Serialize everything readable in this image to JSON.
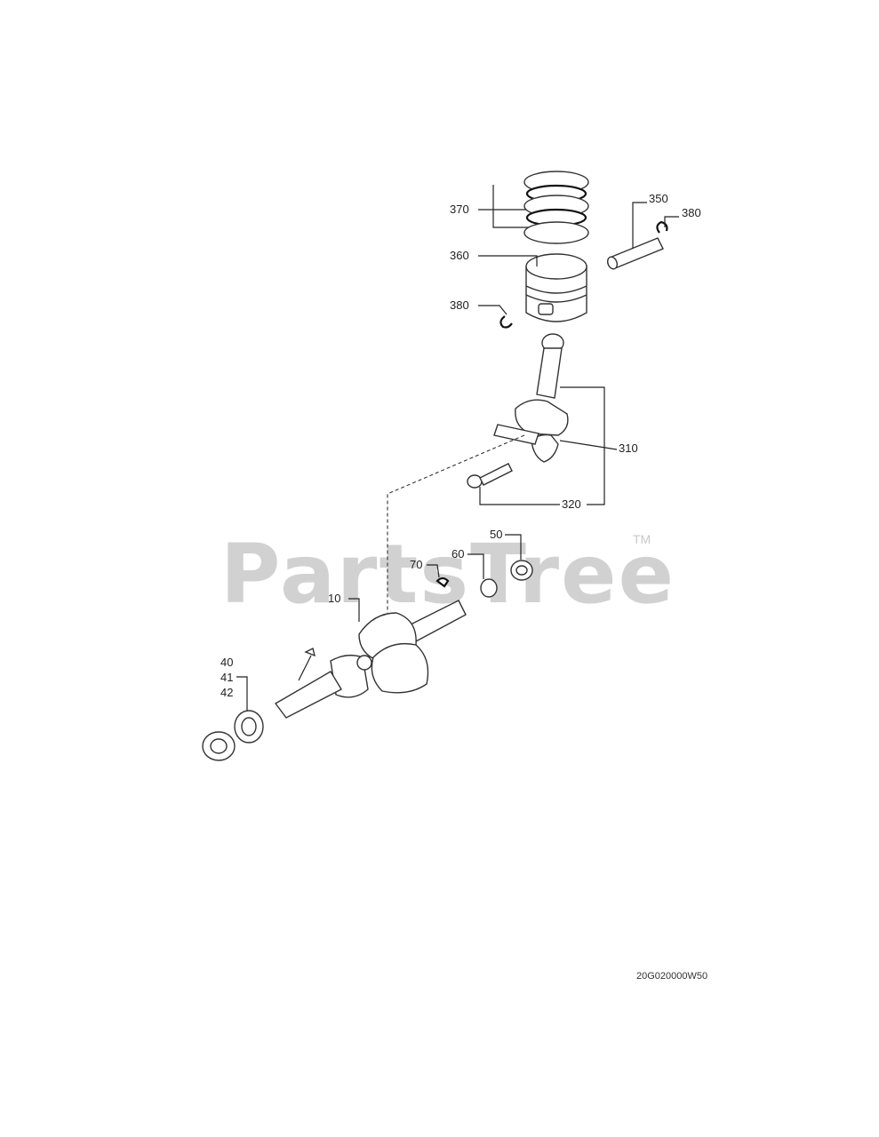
{
  "watermark": {
    "text": "PartsTree",
    "trademark": "TM"
  },
  "drawing_code": "20G020000W50",
  "callouts": {
    "c370": "370",
    "c350": "350",
    "c380_right": "380",
    "c360": "360",
    "c380_left": "380",
    "c310": "310",
    "c320": "320",
    "c50": "50",
    "c70": "70",
    "c60": "60",
    "c10": "10",
    "c40": "40",
    "c41": "41",
    "c42": "42"
  }
}
